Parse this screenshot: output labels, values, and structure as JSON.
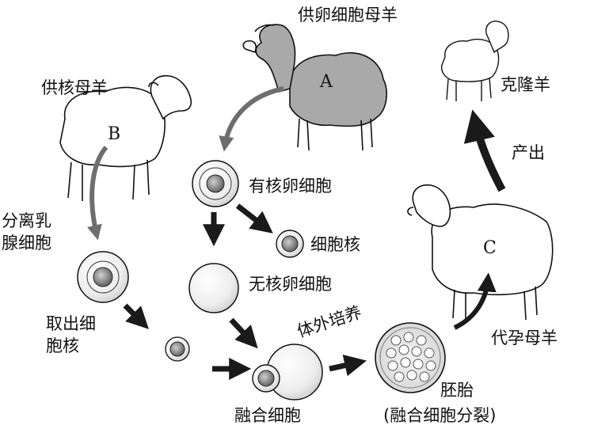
{
  "sheep": {
    "A": {
      "label": "供卵细胞母羊",
      "letter": "A"
    },
    "B": {
      "label": "供核母羊",
      "letter": "B"
    },
    "C": {
      "label": "代孕母羊",
      "letter": "C"
    },
    "clone": {
      "label": "克隆羊"
    }
  },
  "cells": {
    "nucleated_egg": "有核卵细胞",
    "nucleus": "细胞核",
    "enucleated_egg": "无核卵细胞",
    "fused_cell": "融合细胞",
    "embryo": "胚胎",
    "embryo_note": "(融合细胞分裂)"
  },
  "steps": {
    "separate_line1": "分离乳",
    "separate_line2": "腺细胞",
    "extract_line1": "取出细",
    "extract_line2": "胞核",
    "culture": "体外培养",
    "birth": "产出"
  },
  "colors": {
    "ink": "#111111",
    "fleece_grey": "#a9a9a9",
    "fleece_white": "#ffffff",
    "arrow": "#1a1a1a",
    "arrow_grey": "#6e6e6e"
  }
}
